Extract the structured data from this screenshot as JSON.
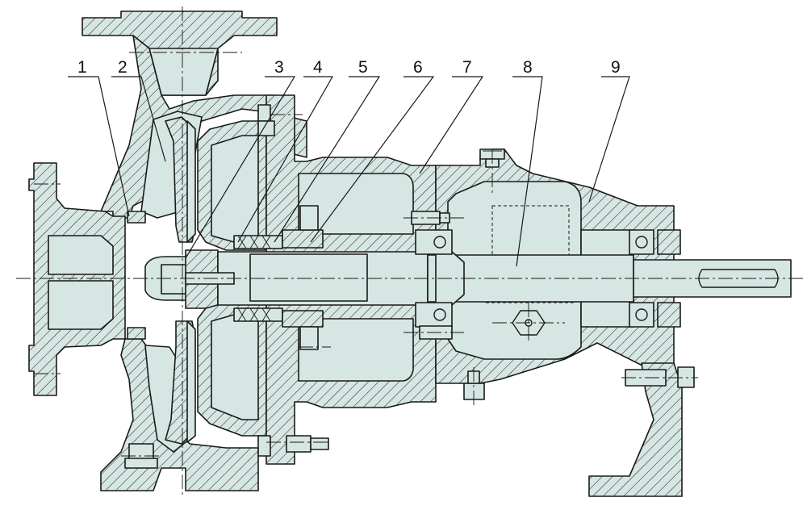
{
  "callouts": [
    "1",
    "2",
    "3",
    "4",
    "5",
    "6",
    "7",
    "8",
    "9"
  ],
  "colors": {
    "fill": "#d6e6e3",
    "line": "#1a1a1a",
    "background": "#ffffff"
  }
}
